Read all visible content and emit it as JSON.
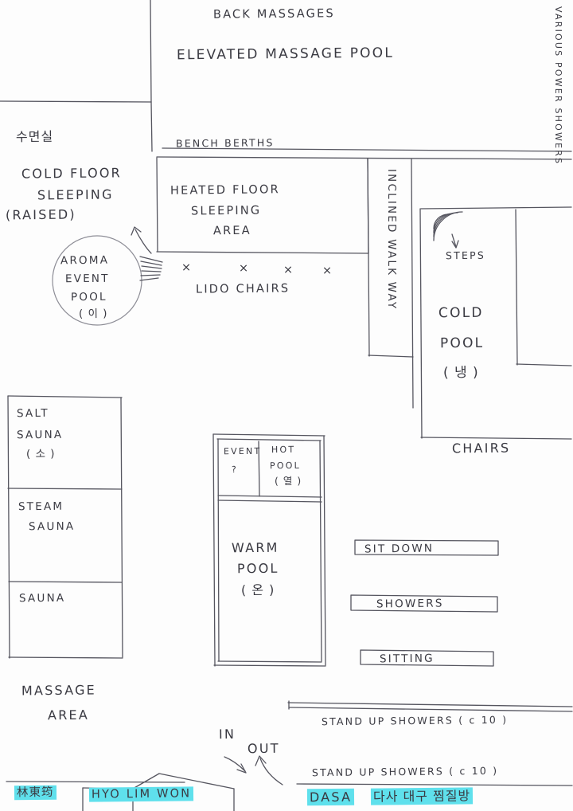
{
  "document": {
    "kind": "hand-drawn floor plan sketch",
    "subject": "Korean jjimjilbang / spa layout",
    "ink_color": "#3a3a42",
    "paper_color": "#fdfdfd",
    "highlighter_color": "#5fe0ec"
  },
  "labels": {
    "back_massages": "BACK  MASSAGES",
    "elevated_massage_pool": "ELEVATED   MASSAGE  POOL",
    "various_power_showers": "VARIOUS  POWER  SHOWERS",
    "bench_berths": "BENCH BERTHS",
    "sleeping_room_ko": "수면실",
    "cold_floor_sleeping": "COLD FLOOR",
    "cold_floor_sleeping2": "SLEEPING",
    "cold_floor_raised": "(RAISED)",
    "heated_floor": "HEATED  FLOOR",
    "heated_sleeping": "SLEEPING",
    "heated_area": "AREA",
    "aroma_pool_1": "AROMA",
    "aroma_pool_2": "EVENT",
    "aroma_pool_3": "POOL",
    "aroma_pool_4": "( 이 )",
    "lido_chairs": "LIDO CHAIRS",
    "lido_marks": [
      "×",
      "×",
      "×",
      "×"
    ],
    "inclined_walk_way": "INCLINED  WALK  WAY",
    "steps": "STEPS",
    "cold_pool_1": "COLD",
    "cold_pool_2": "POOL",
    "cold_pool_3": "( 냉 )",
    "chairs": "CHAIRS",
    "salt_sauna_1": "SALT",
    "salt_sauna_2": "SAUNA",
    "salt_sauna_3": "( 소 )",
    "steam_sauna_1": "STEAM",
    "steam_sauna_2": "SAUNA",
    "sauna": "SAUNA",
    "massage_area_1": "MASSAGE",
    "massage_area_2": "AREA",
    "event_1": "EVENT",
    "event_2": "?",
    "hot_pool_1": "HOT",
    "hot_pool_2": "POOL",
    "hot_pool_3": "( 열 )",
    "warm_pool_1": "WARM",
    "warm_pool_2": "POOL",
    "warm_pool_3": "( 온 )",
    "sit_down": "SIT DOWN",
    "showers": "SHOWERS",
    "sitting": "SITTING",
    "stand_up_showers_top": "STAND  UP  SHOWERS  ( c 10 )",
    "stand_up_showers_bottom": "STAND  UP  SHOWERS  ( c 10 )",
    "in": "IN",
    "out": "OUT",
    "name_hanja": "林東筠",
    "name_roman": "HYO LIM WON",
    "venue_roman": "DASA",
    "venue_ko": "다사  대구  찜질방"
  }
}
